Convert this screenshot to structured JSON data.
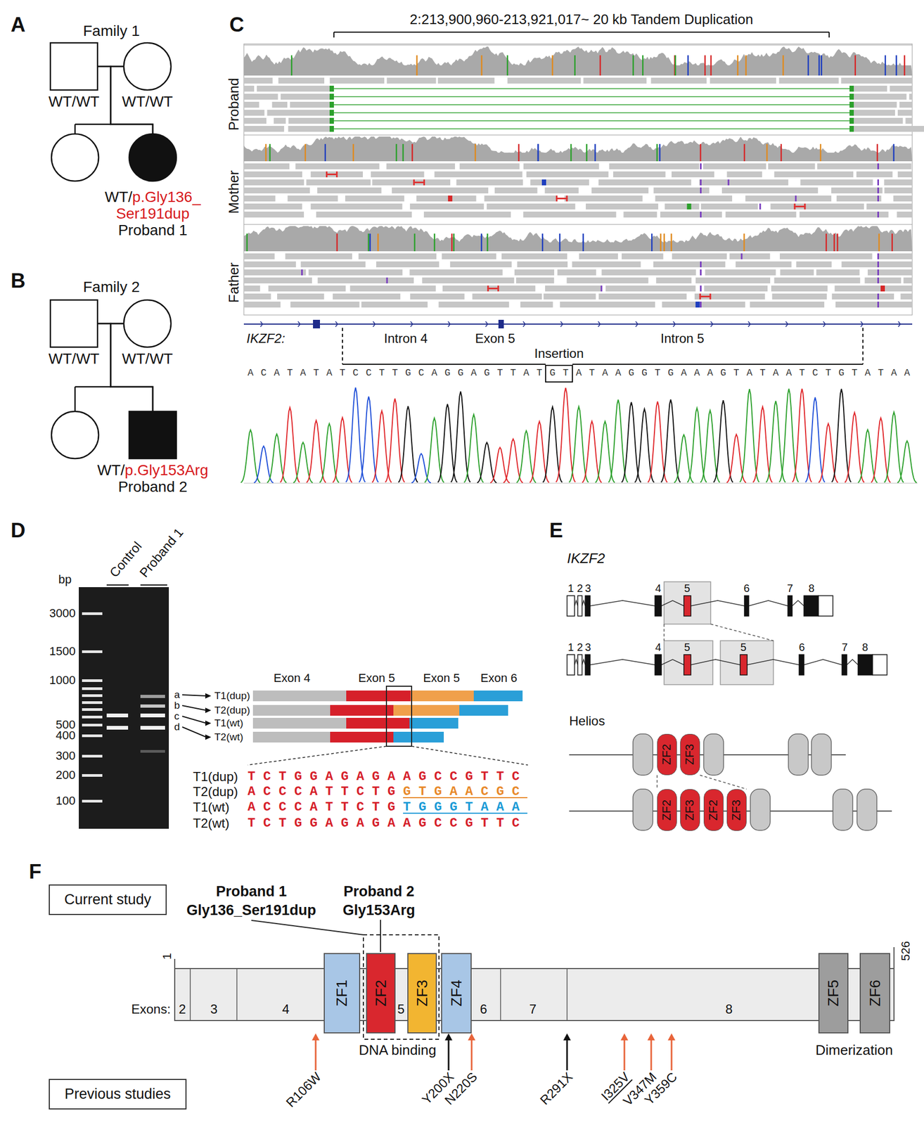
{
  "diagram": {
    "nodes": [
      {
        "text": [
          "WT/WT"
        ]
      },
      {
        "text": [
          "WT/WT"
        ]
      },
      {
        "text": [
          "WT/",
          "p.Gly136_ Ser191dup",
          "Proband 1"
        ]
      },
      {
        "text": [
          "WT/WT"
        ]
      },
      {
        "text": [
          "WT/WT"
        ]
      },
      {
        "text": [
          "WT/",
          "p.Gly153Arg",
          "Proband 2"
        ]
      },
      {
        "text": [
          "ZF2"
        ]
      },
      {
        "text": [
          "ZF3"
        ]
      },
      {
        "text": [
          "ZF2"
        ]
      },
      {
        "text": [
          "ZF3"
        ]
      },
      {
        "text": [
          "ZF2"
        ]
      },
      {
        "text": [
          "ZF3"
        ]
      },
      {
        "text": [
          "Current study"
        ]
      },
      {
        "text": [
          "ZF1"
        ]
      },
      {
        "text": [
          "ZF2"
        ]
      },
      {
        "text": [
          "ZF3"
        ]
      },
      {
        "text": [
          "ZF4"
        ]
      },
      {
        "text": [
          "ZF5"
        ]
      },
      {
        "text": [
          "ZF6"
        ]
      },
      {
        "text": [
          "Previous studies"
        ]
      }
    ],
    "edges": [
      {
        "from": 0,
        "to": 1,
        "arrow": "none"
      },
      {
        "from": 0,
        "to": 2,
        "arrow": "none"
      },
      {
        "from": 1,
        "to": 2,
        "arrow": "none"
      },
      {
        "from": 3,
        "to": 4,
        "arrow": "none"
      },
      {
        "from": 3,
        "to": 5,
        "arrow": "none"
      },
      {
        "from": 4,
        "to": 5,
        "arrow": "none"
      }
    ],
    "labels": [
      "A",
      "Family 1",
      "B",
      "Family 2",
      "C",
      "2:213,900,960-213,921,017~ 20 kb Tandem Duplication",
      "Proband",
      "Mother",
      "Father",
      "IKZF2:",
      "Intron 4",
      "Exon 5",
      "Intron 5",
      "Insertion",
      "ACATATATCCTTGCAGGAGTTATGTATAAGGTGAAAGTATAATCTGTATAA",
      "D",
      "bp",
      "3000",
      "1500",
      "1000",
      "500",
      "400",
      "300",
      "200",
      "100",
      "Control",
      "Proband 1",
      "a",
      "b",
      "c",
      "d",
      "T1(dup)",
      "T2(dup)",
      "T1(wt)",
      "T2(wt)",
      "Exon 4",
      "Exon 5",
      "Exon 5",
      "Exon 6",
      "T1(dup)",
      "TCTGGAGAGAAGCCGTTC",
      "T2(dup)",
      "ACCCATTCTG",
      "GTGAACGC",
      "T1(wt)",
      "ACCCATTCTG",
      "TGGGTAAA",
      "T2(wt)",
      "TCTGGAGAGAAGCCGTTC",
      "E",
      "IKZF2",
      "1",
      "2",
      "3",
      "4",
      "5",
      "6",
      "7",
      "8",
      "1",
      "2",
      "3",
      "4",
      "5",
      "5",
      "6",
      "7",
      "8",
      "Helios",
      "F",
      "Proband 1",
      "Gly136_Ser191dup",
      "Proband 2",
      "Gly153Arg",
      "1",
      "526",
      "Exons:",
      "2",
      "3",
      "4",
      "5",
      "6",
      "7",
      "8",
      "DNA binding",
      "Dimerization",
      "R106W",
      "Y200X",
      "N220S",
      "R291X",
      "I325V",
      "V347M",
      "Y359C"
    ]
  }
}
